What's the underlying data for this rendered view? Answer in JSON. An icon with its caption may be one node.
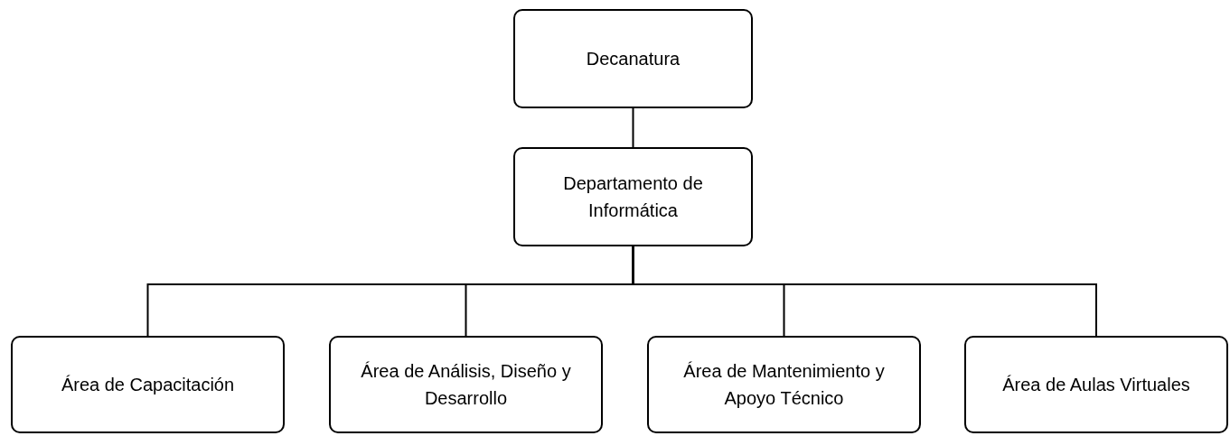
{
  "diagram": {
    "nodes": [
      {
        "text": [
          "Decanatura"
        ]
      },
      {
        "text": [
          "Departamento de Informática"
        ]
      },
      {
        "text": [
          "Área de Capacitación"
        ]
      },
      {
        "text": [
          "Área de Análisis, Diseño y Desarrollo"
        ]
      },
      {
        "text": [
          "Área de Mantenimiento y Apoyo Técnico"
        ]
      },
      {
        "text": [
          "Área de Aulas Virtuales"
        ]
      }
    ],
    "edges": [
      {
        "from": 0,
        "to": 1,
        "arrow": "none"
      },
      {
        "from": 1,
        "to": 2,
        "arrow": "none"
      },
      {
        "from": 1,
        "to": 3,
        "arrow": "none"
      },
      {
        "from": 1,
        "to": 4,
        "arrow": "none"
      },
      {
        "from": 1,
        "to": 5,
        "arrow": "none"
      }
    ]
  }
}
